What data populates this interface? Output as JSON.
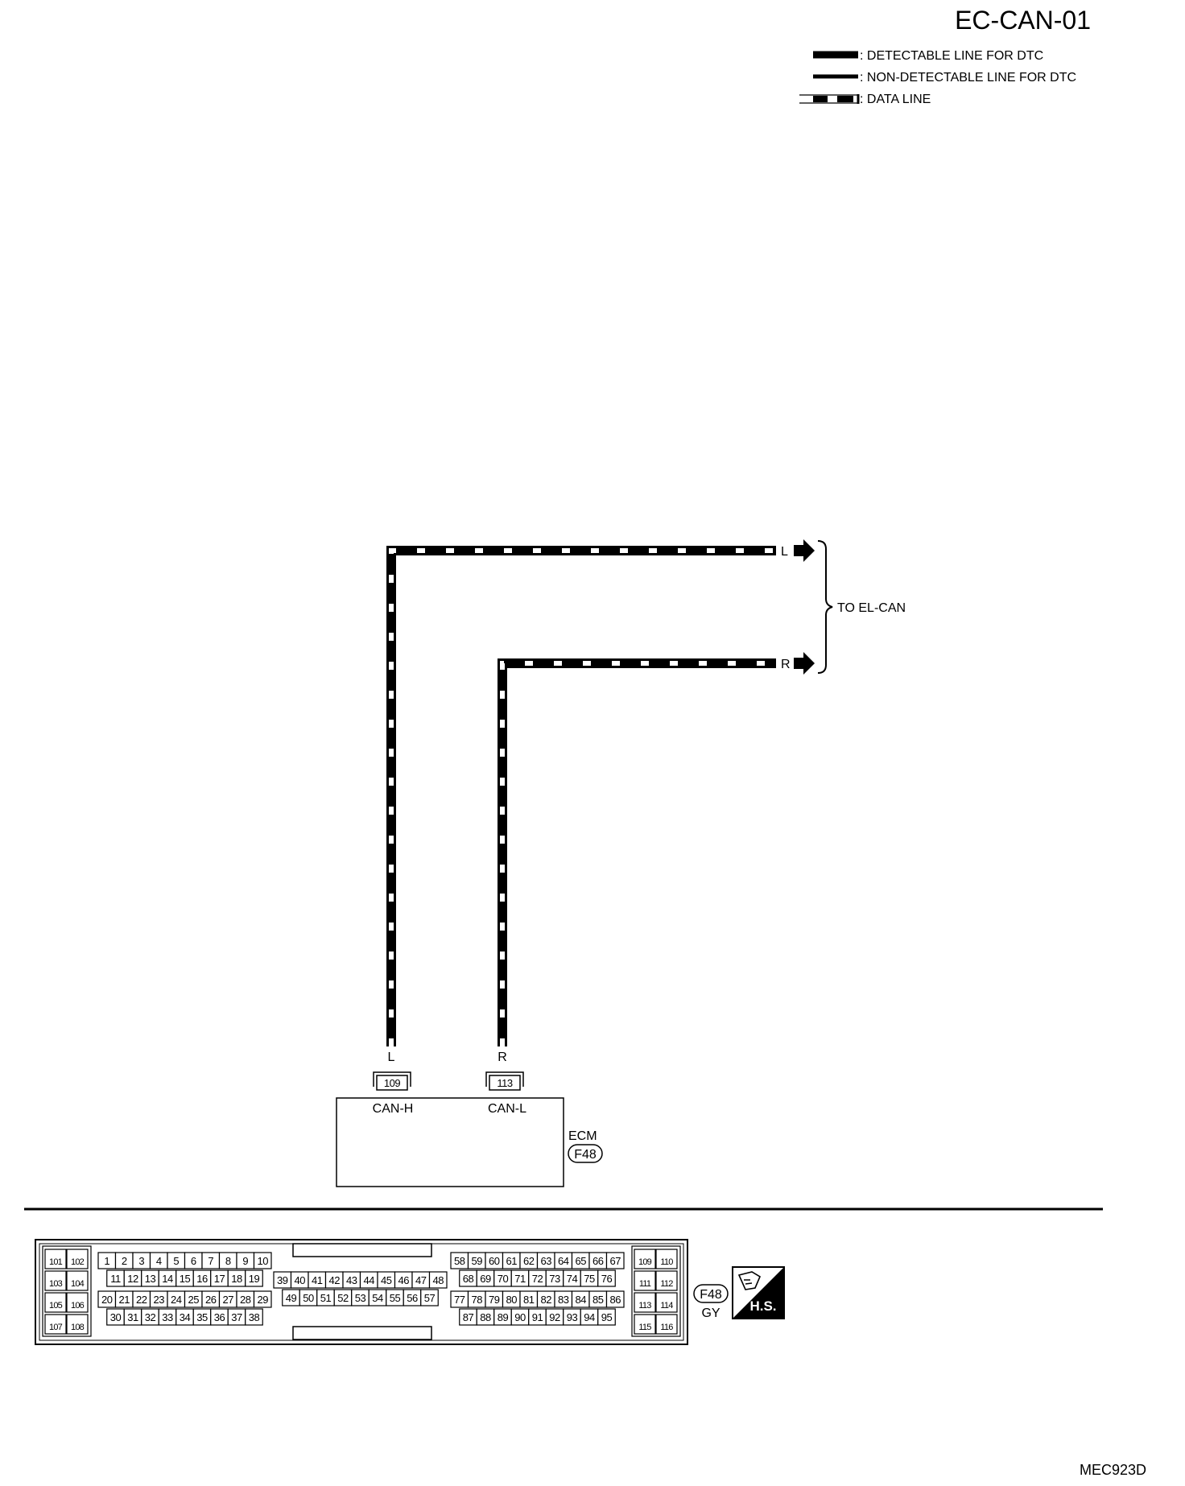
{
  "title": "EC-CAN-01",
  "figure_id": "MEC923D",
  "legend": {
    "detectable": ": DETECTABLE LINE FOR DTC",
    "non_detectable": ": NON-DETECTABLE LINE FOR DTC",
    "data_line": ": DATA LINE"
  },
  "wires": {
    "upper_color": "L",
    "lower_color": "R",
    "destination": "TO EL-CAN"
  },
  "ecm": {
    "label": "ECM",
    "connector": "F48",
    "pin_a": "109",
    "pin_a_name": "CAN-H",
    "pin_a_wire": "L",
    "pin_b": "113",
    "pin_b_name": "CAN-L",
    "pin_b_wire": "R"
  },
  "connector_view": {
    "id": "F48",
    "color": "GY",
    "badge": "H.S.",
    "left_pairs": [
      [
        "101",
        "102"
      ],
      [
        "103",
        "104"
      ],
      [
        "105",
        "106"
      ],
      [
        "107",
        "108"
      ]
    ],
    "right_pairs": [
      [
        "109",
        "110"
      ],
      [
        "111",
        "112"
      ],
      [
        "113",
        "114"
      ],
      [
        "115",
        "116"
      ]
    ],
    "block1": [
      [
        "1",
        "2",
        "3",
        "4",
        "5",
        "6",
        "7",
        "8",
        "9",
        "10"
      ],
      [
        "11",
        "12",
        "13",
        "14",
        "15",
        "16",
        "17",
        "18",
        "19"
      ],
      [
        "20",
        "21",
        "22",
        "23",
        "24",
        "25",
        "26",
        "27",
        "28",
        "29"
      ],
      [
        "30",
        "31",
        "32",
        "33",
        "34",
        "35",
        "36",
        "37",
        "38"
      ]
    ],
    "block2": [
      [
        "39",
        "40",
        "41",
        "42",
        "43",
        "44",
        "45",
        "46",
        "47",
        "48"
      ],
      [
        "49",
        "50",
        "51",
        "52",
        "53",
        "54",
        "55",
        "56",
        "57"
      ]
    ],
    "block3": [
      [
        "58",
        "59",
        "60",
        "61",
        "62",
        "63",
        "64",
        "65",
        "66",
        "67"
      ],
      [
        "68",
        "69",
        "70",
        "71",
        "72",
        "73",
        "74",
        "75",
        "76"
      ],
      [
        "77",
        "78",
        "79",
        "80",
        "81",
        "82",
        "83",
        "84",
        "85",
        "86"
      ],
      [
        "87",
        "88",
        "89",
        "90",
        "91",
        "92",
        "93",
        "94",
        "95"
      ]
    ]
  },
  "colors": {
    "ink": "#000000",
    "paper": "#ffffff"
  }
}
